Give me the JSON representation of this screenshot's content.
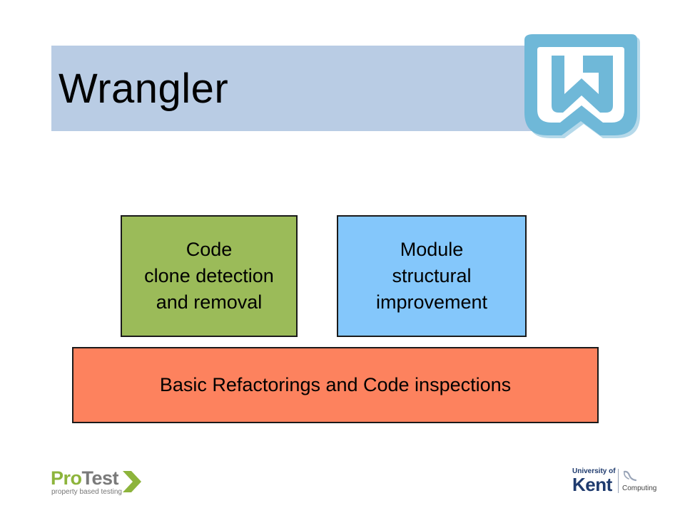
{
  "slide": {
    "title": "Wrangler"
  },
  "diagram": {
    "green_box": {
      "lines": [
        "Code",
        "clone detection",
        "and removal"
      ]
    },
    "blue_box": {
      "lines": [
        "Module",
        "structural",
        "improvement"
      ]
    },
    "base_box": {
      "label": "Basic Refactorings and Code inspections"
    }
  },
  "footer": {
    "protest": {
      "name_part1": "Pro",
      "name_part2": "Test",
      "tagline": "property based testing"
    },
    "kent": {
      "university": "University of",
      "name": "Kent",
      "department": "Computing"
    }
  },
  "colors": {
    "title_band": "#b9cce4",
    "green": "#9bbb59",
    "blue": "#84c7fb",
    "orange": "#fd825e",
    "logo_blue": "#6fb8d8"
  }
}
